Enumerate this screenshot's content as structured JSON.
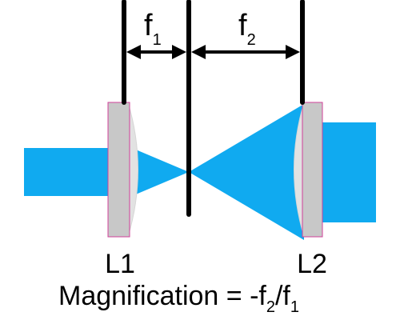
{
  "labels": {
    "f1_base": "f",
    "f1_sub": "1",
    "f2_base": "f",
    "f2_sub": "2",
    "lens1": "L1",
    "lens2": "L2"
  },
  "formula": {
    "prefix": "Magnification = -f",
    "sub1": "2",
    "mid": "/f",
    "sub2": "1"
  },
  "colors": {
    "beam": "#10aaf0",
    "lens_body": "#c8c8c8",
    "lens_border": "#d0409a",
    "line": "#000000"
  }
}
